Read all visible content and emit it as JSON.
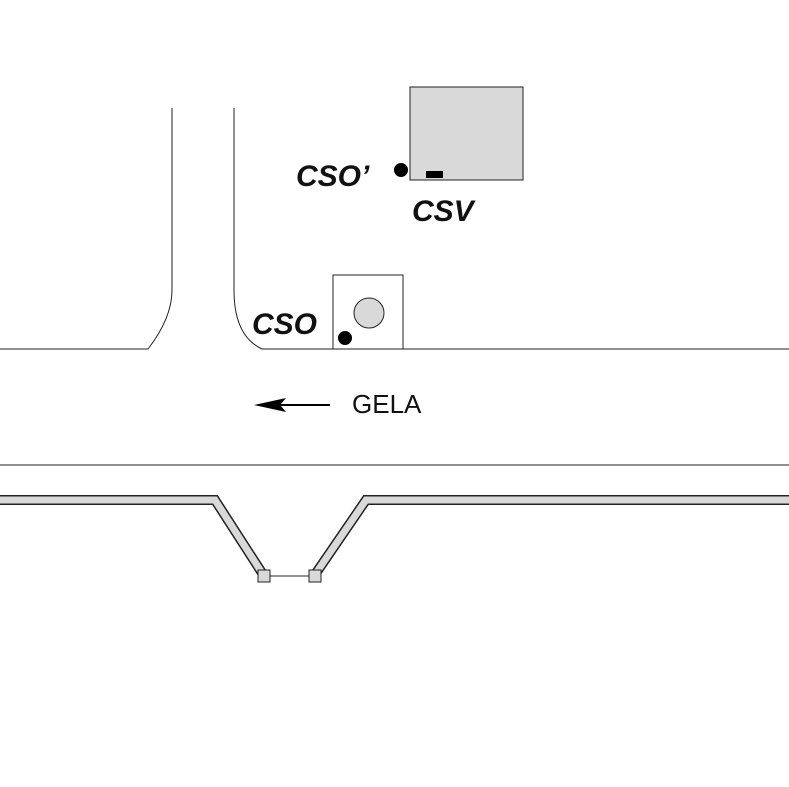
{
  "labels": {
    "cso_prime": "CSO’",
    "csv": "CSV",
    "cso": "CSO",
    "direction": "GELA"
  },
  "colors": {
    "line": "#222222",
    "building_fill": "#d9d9d9",
    "marker": "#000000",
    "background": "#ffffff"
  },
  "icons": {
    "direction": "arrow-left-icon"
  }
}
